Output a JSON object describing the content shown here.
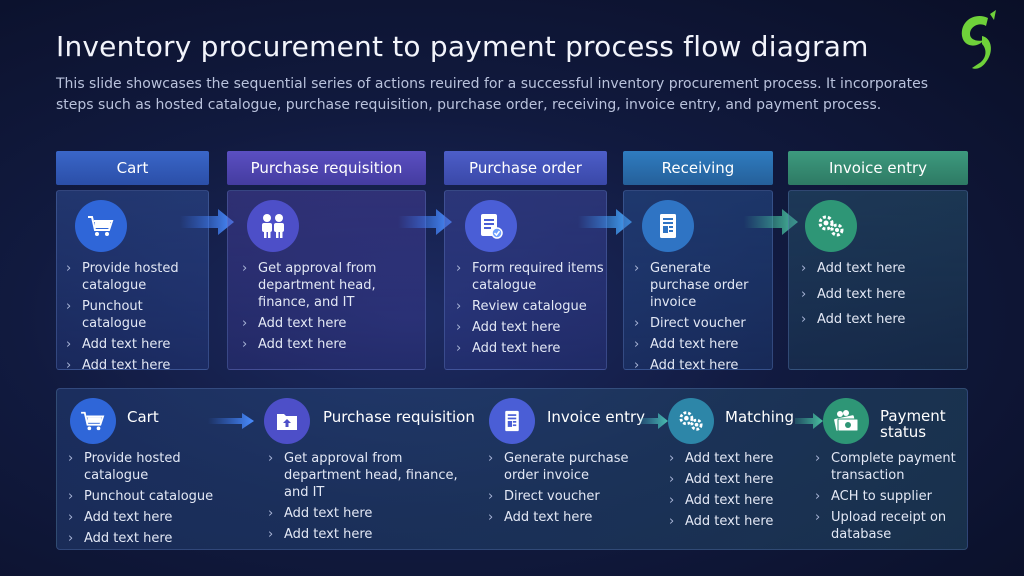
{
  "title": "Inventory procurement to payment process flow diagram",
  "subtitle": "This slide showcases the sequential series of actions reuired for a successful inventory procurement process. It incorporates steps such as hosted catalogue, purchase requisition, purchase order, receiving, invoice entry, and payment process.",
  "top_steps": [
    {
      "label": "Cart",
      "icon": "cart-icon",
      "points": [
        "Provide hosted catalogue",
        "Punchout catalogue",
        "Add text here",
        "Add text here"
      ]
    },
    {
      "label": "Purchase requisition",
      "icon": "people-icon",
      "points": [
        "Get approval from department head, finance, and IT",
        "Add text here",
        "Add text here"
      ]
    },
    {
      "label": "Purchase order",
      "icon": "order-form-icon",
      "points": [
        "Form required items catalogue",
        "Review catalogue",
        "Add text here",
        "Add text here"
      ]
    },
    {
      "label": "Receiving",
      "icon": "invoice-document-icon",
      "points": [
        "Generate purchase order invoice",
        "Direct voucher",
        "Add text here",
        "Add text here"
      ]
    },
    {
      "label": "Invoice entry",
      "icon": "gears-icon",
      "points": [
        "Add text here",
        "Add text here",
        "Add text here"
      ]
    }
  ],
  "bottom_steps": [
    {
      "label": "Cart",
      "icon": "cart-icon",
      "points": [
        "Provide hosted catalogue",
        "Punchout catalogue",
        "Add text here",
        "Add text here"
      ]
    },
    {
      "label": "Purchase requisition",
      "icon": "folder-upload-icon",
      "points": [
        "Get approval from department head, finance, and IT",
        "Add text here",
        "Add text here"
      ]
    },
    {
      "label": "Invoice entry",
      "icon": "invoice-document-icon",
      "points": [
        "Generate purchase order invoice",
        "Direct voucher",
        "Add text here"
      ]
    },
    {
      "label": "Matching",
      "icon": "gears-icon",
      "points": [
        "Add text here",
        "Add text here",
        "Add text here",
        "Add text here"
      ]
    },
    {
      "label": "Payment status",
      "icon": "money-icon",
      "points": [
        "Complete payment transaction",
        "ACH to supplier",
        "Upload receipt on database"
      ]
    }
  ],
  "colors": {
    "accent_green": "#6fd13a",
    "background": "#111a3f"
  }
}
